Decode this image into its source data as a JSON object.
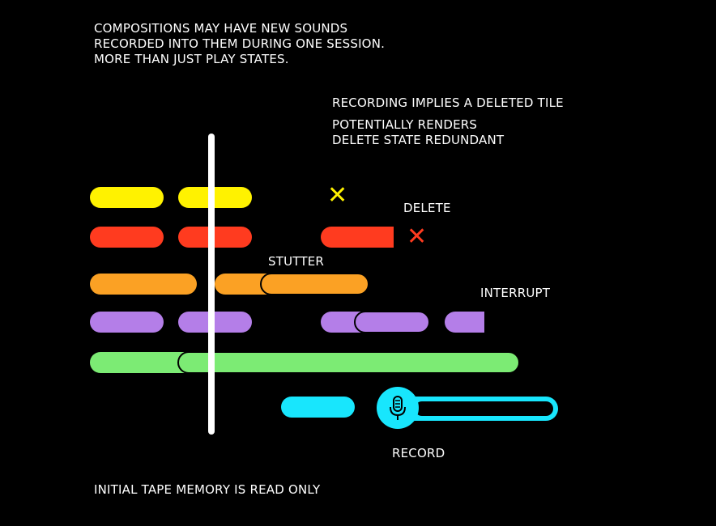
{
  "texts": {
    "intro_line1": "COMPOSITIONS MAY HAVE NEW SOUNDS",
    "intro_line2": "RECORDED INTO THEM DURING ONE SESSION.",
    "intro_line3": "MORE THAN JUST PLAY STATES.",
    "note_line1": "RECORDING IMPLIES A DELETED TILE",
    "note_line2": "POTENTIALLY RENDERS",
    "note_line3": "DELETE STATE REDUNDANT",
    "delete": "DELETE",
    "stutter": "STUTTER",
    "interrupt": "INTERRUPT",
    "record": "RECORD",
    "footer": "INITIAL TAPE MEMORY IS READ ONLY"
  },
  "icons": {
    "delete_yellow": "close-icon",
    "delete_red": "close-icon",
    "record": "microphone-icon"
  },
  "colors": {
    "background": "#000000",
    "text": "#ffffff",
    "yellow": "#fff200",
    "red": "#ff3b1f",
    "orange": "#fba124",
    "purple": "#b47ee8",
    "green": "#7ceb74",
    "cyan": "#18e6fd",
    "playhead": "#ffffff"
  }
}
